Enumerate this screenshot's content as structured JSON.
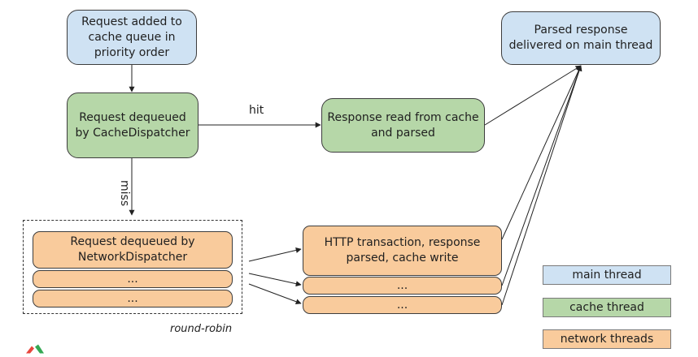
{
  "nodes": {
    "request_added": "Request added to cache queue in priority order",
    "cache_dequeue": "Request dequeued by CacheDispatcher",
    "response_read": "Response read from cache and parsed",
    "parsed_delivered": "Parsed response delivered on main thread",
    "network_dequeue": "Request dequeued by NetworkDispatcher",
    "network_ellipsis_1": "...",
    "network_ellipsis_2": "...",
    "http_transaction": "HTTP transaction, response parsed, cache write",
    "http_ellipsis_1": "...",
    "http_ellipsis_2": "..."
  },
  "edge_labels": {
    "hit": "hit",
    "miss": "miss",
    "round_robin": "round-robin"
  },
  "legend": {
    "main_thread": "main thread",
    "cache_thread": "cache thread",
    "network_threads": "network threads"
  },
  "colors": {
    "main_thread": "#cfe2f3",
    "cache_thread": "#b6d7a8",
    "network_threads": "#f9cb9c"
  },
  "icons": {
    "logo": "android-logo-icon"
  }
}
